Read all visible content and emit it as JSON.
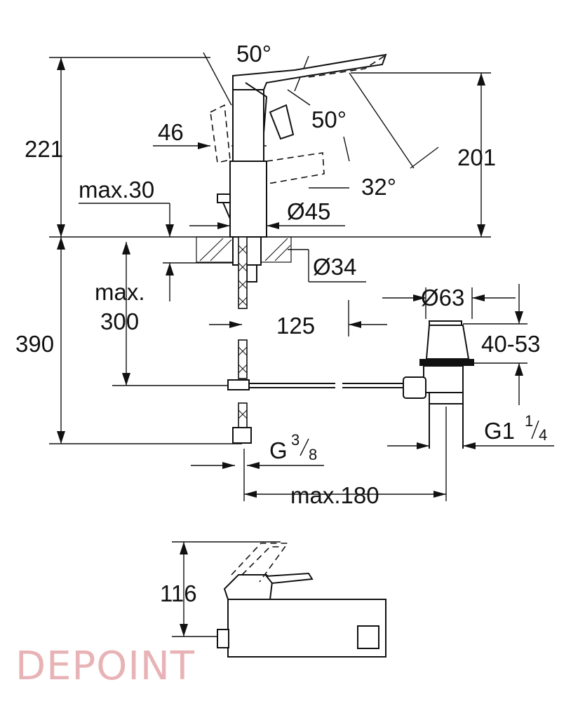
{
  "dimensions": {
    "angle_top": "50°",
    "angle_mid": "50°",
    "angle_low": "32°",
    "height_total": "221",
    "height_spout": "201",
    "offset_46": "46",
    "max_thickness": "max.30",
    "diam_body": "Ø45",
    "diam_hole": "Ø34",
    "max_label": "max.",
    "max_300": "300",
    "height_390": "390",
    "dist_125": "125",
    "diam_waste": "Ø63",
    "range_40_53": "40-53",
    "thread_g": "G",
    "thread_g_num": "3",
    "thread_g_den": "8",
    "thread_g1": "G1",
    "thread_g1_num": "1",
    "thread_g1_den": "4",
    "max_180": "max.180",
    "height_116": "116"
  },
  "watermark": {
    "part1": "DE",
    "part2": "POINT"
  }
}
